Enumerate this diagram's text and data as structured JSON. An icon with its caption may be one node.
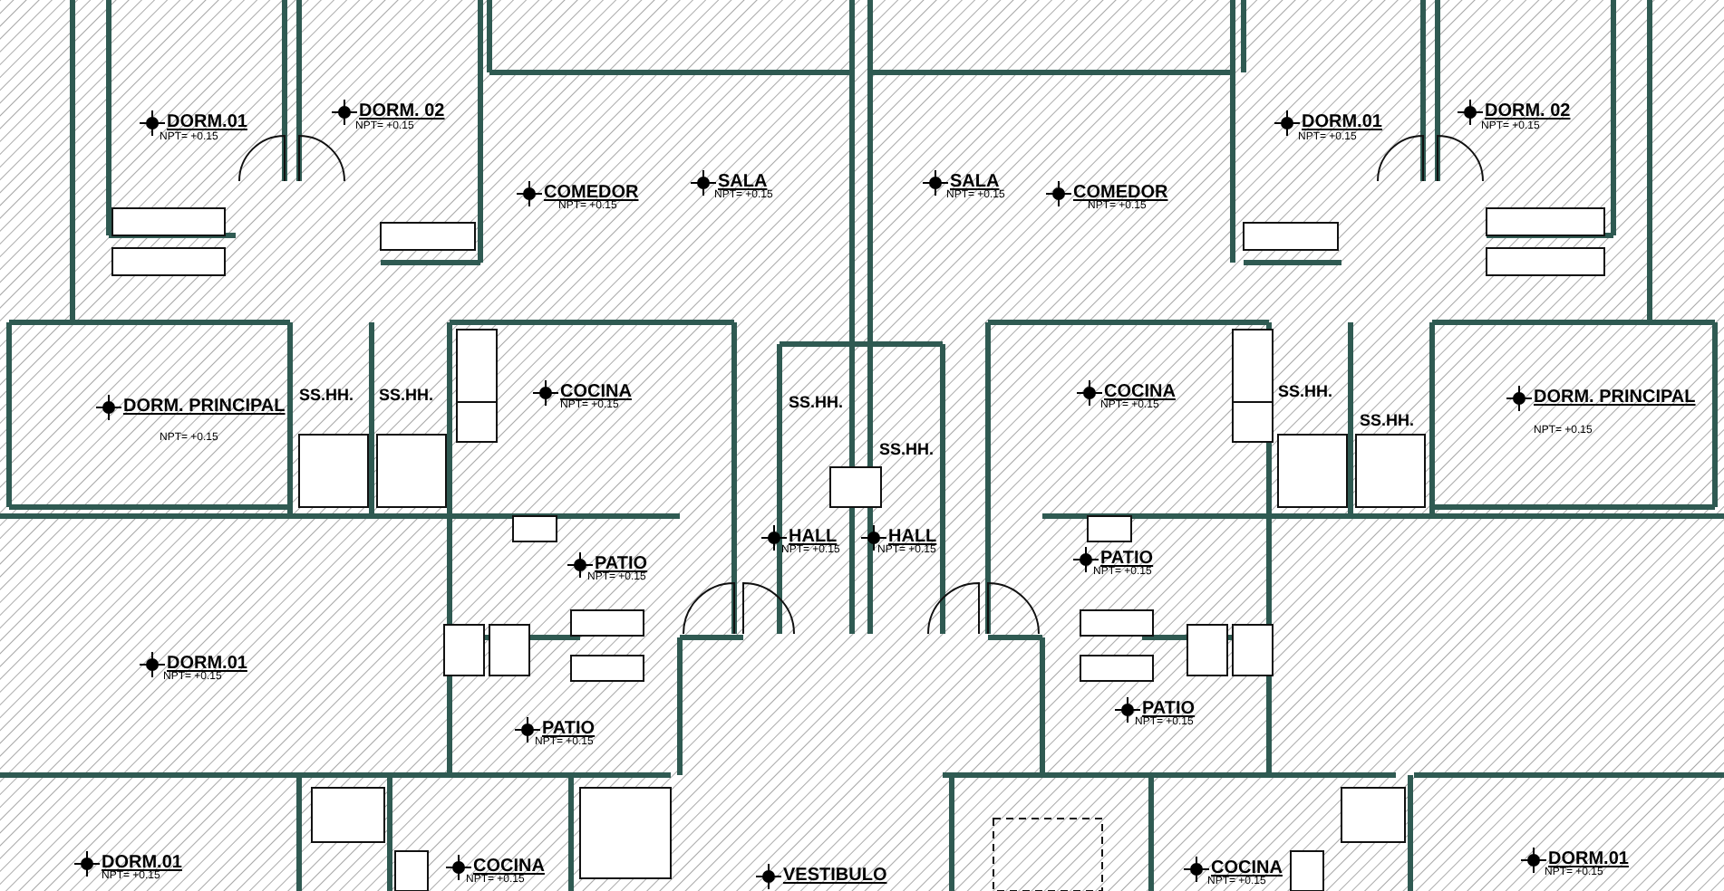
{
  "diagram": {
    "labels": [
      "DORM.01",
      "NPT= +0.15",
      "DORM. 02",
      "NPT= +0.15",
      "DORM.01",
      "NPT= +0.15",
      "DORM. 02",
      "NPT= +0.15",
      "SALA",
      "NPT= +0.15",
      "SALA",
      "NPT= +0.15",
      "COMEDOR",
      "NPT= +0.15",
      "COMEDOR",
      "NPT= +0.15",
      "SS.HH.",
      "SS.HH.",
      "COCINA",
      "NPT= +0.15",
      "SS.HH.",
      "COCINA",
      "NPT= +0.15",
      "SS.HH.",
      "DORM. PRINCIPAL",
      "NPT= +0.15",
      "DORM. PRINCIPAL",
      "NPT= +0.15",
      "SS.HH.",
      "SS.HH.",
      "HALL",
      "NPT= +0.15",
      "HALL",
      "NPT= +0.15",
      "PATIO",
      "NPT= +0.15",
      "PATIO",
      "NPT= +0.15",
      "DORM.01",
      "NPT= +0.15",
      "PATIO",
      "NPT= +0.15",
      "PATIO",
      "NPT= +0.15",
      "DORM.01",
      "NPT= +0.15",
      "COCINA",
      "NPT= +0.15",
      "VESTIBULO",
      "COCINA",
      "NPT= +0.15",
      "DORM.01",
      "NPT= +0.15"
    ]
  }
}
